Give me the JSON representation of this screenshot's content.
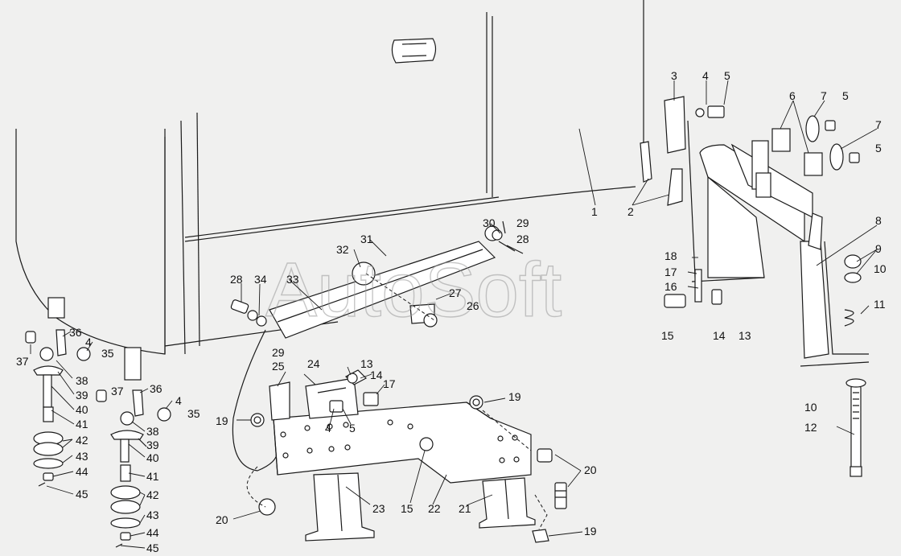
{
  "watermark": "AutoSoft",
  "callouts": [
    "1",
    "2",
    "3",
    "4",
    "5",
    "6",
    "7",
    "8",
    "9",
    "10",
    "11",
    "12",
    "13",
    "14",
    "15",
    "16",
    "17",
    "18",
    "19",
    "20",
    "21",
    "22",
    "23",
    "24",
    "25",
    "26",
    "27",
    "28",
    "29",
    "30",
    "31",
    "32",
    "33",
    "34",
    "35",
    "36",
    "37",
    "38",
    "39",
    "40",
    "41",
    "42",
    "43",
    "44",
    "45"
  ]
}
